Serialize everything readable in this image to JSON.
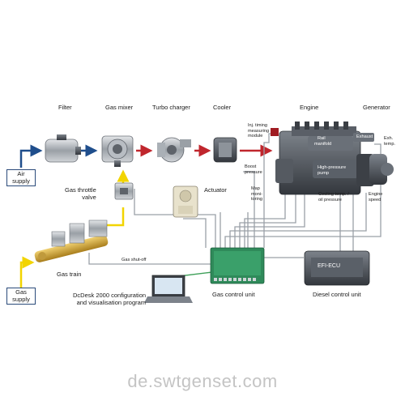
{
  "components": {
    "filter": "Filter",
    "gas_mixer": "Gas mixer",
    "turbo_charger": "Turbo charger",
    "cooler": "Cooler",
    "engine": "Engine",
    "generator": "Generator",
    "actuator": "Actuator",
    "gas_throttle_valve": "Gas throttle\nvalve",
    "gas_train": "Gas train",
    "gas_control_unit": "Gas control unit",
    "diesel_control_unit": "Diesel control unit",
    "dcdesk": "DcDesk 2000 configuration\nand visualisation program"
  },
  "inputs": {
    "air_supply": "Air\nsupply",
    "gas_supply": "Gas\nsupply"
  },
  "signals": {
    "inj_timing": "Inj. timing\nmeasuring\nmodule",
    "boost_pressure": "Boost\npressure",
    "map_monitoring": "Map\nmoni-\ntoring",
    "cooling_temp": "Cooling temp. /\noil pressure",
    "engine_speed": "Engine\nspeed",
    "exh_temp": "Exh.\ntemp.",
    "gas_shutoff": "Gas shut-off"
  },
  "engine_parts": {
    "rail": "Rail",
    "manifold": "manifold",
    "exhaust": "Exhaust",
    "hp_pump": "High-pressure\npump"
  },
  "ecu_label": "EFI-ECU",
  "watermark": "de.swtgenset.com",
  "colors": {
    "air_arrow": "#1f4e8c",
    "mixture_arrow": "#c0262d",
    "gas_line": "#f2d400",
    "signal_line": "#9aa0a8",
    "engine_body": "#4a4f57"
  }
}
